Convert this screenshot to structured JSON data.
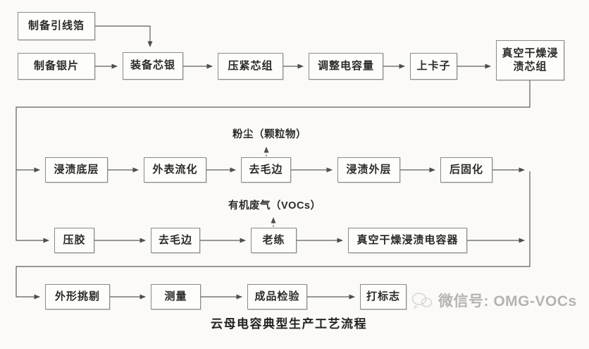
{
  "diagram": {
    "caption": "云母电容典型生产工艺流程",
    "boxes": [
      {
        "label": "制备引线箔"
      },
      {
        "label": "制备银片"
      },
      {
        "label": "装备芯银"
      },
      {
        "label": "压紧芯组"
      },
      {
        "label": "调整电容量"
      },
      {
        "label": "上卡子"
      },
      {
        "label": "真空干燥浸渍芯组"
      },
      {
        "label": "浸渍底层"
      },
      {
        "label": "外表流化"
      },
      {
        "label": "去毛边"
      },
      {
        "label": "浸渍外层"
      },
      {
        "label": "后固化"
      },
      {
        "label": "压胶"
      },
      {
        "label": "去毛边"
      },
      {
        "label": "老练"
      },
      {
        "label": "真空干燥浸渍电容器"
      },
      {
        "label": "外形挑剔"
      },
      {
        "label": "测量"
      },
      {
        "label": "成品检验"
      },
      {
        "label": "打标志"
      }
    ],
    "emissions": [
      {
        "label": "粉尘（颗粒物）"
      },
      {
        "label": "有机废气（VOCs）"
      }
    ]
  },
  "watermark": {
    "label": "微信号: OMG-VOCs"
  },
  "colors": {
    "background": "#fbfaf8",
    "box_border": "#8a8a85",
    "line": "#5d5d59",
    "text": "#2b2b28",
    "watermark_text": "#b5b3af"
  }
}
